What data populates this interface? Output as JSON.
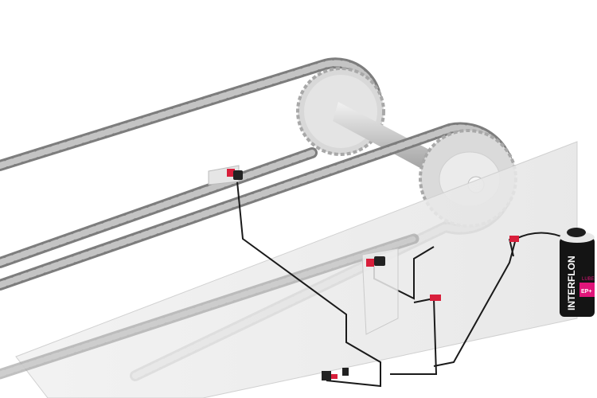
{
  "scene": {
    "subject": "chain-lubrication-system",
    "colors": {
      "chain": "#9a9a9a",
      "sprocket": "#d9d9d9",
      "tube": "#1a1a1a",
      "fitting_accent": "#d81f3b",
      "can_body": "#141414",
      "can_band": "#e0157a"
    }
  },
  "lubricant_can": {
    "brand": "INTERFLON",
    "product": "LUBE",
    "variant": "EP+"
  }
}
